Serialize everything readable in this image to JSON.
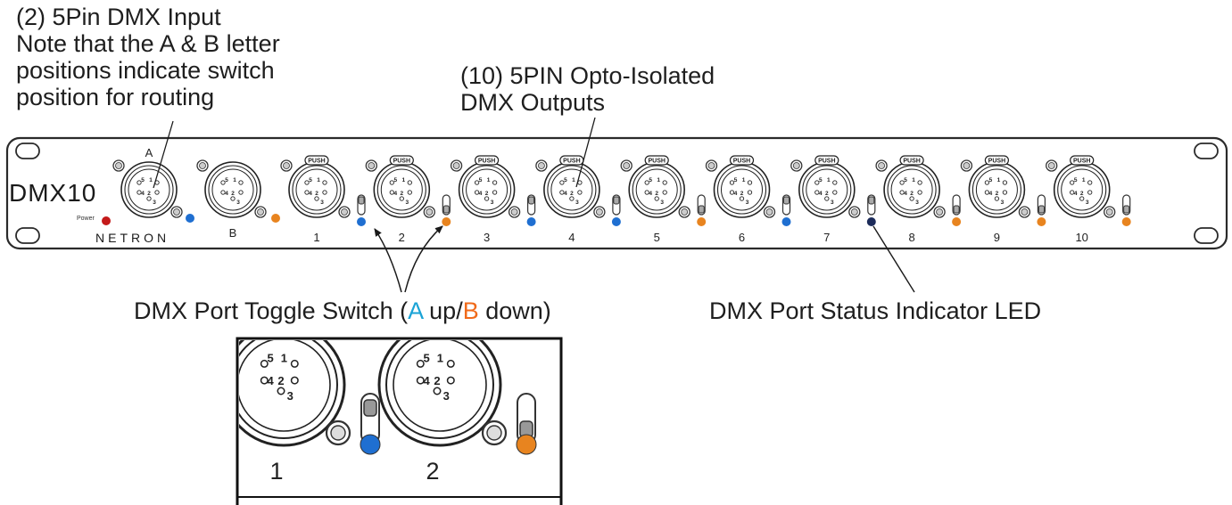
{
  "callouts": {
    "input": [
      "(2) 5Pin DMX Input",
      "Note that the A & B letter",
      "positions indicate switch",
      "position for routing"
    ],
    "outputs": [
      "(10) 5PIN Opto-Isolated",
      "DMX Outputs"
    ],
    "toggle": {
      "prefix": "DMX Port Toggle Switch (",
      "a": "A",
      "up": " up/",
      "b": "B",
      "down": " down)"
    },
    "led": "DMX Port Status Indicator LED"
  },
  "panel": {
    "model": "DMX10",
    "brand": "NETRON",
    "power_label": "Power",
    "input_labels": [
      "A",
      "B"
    ],
    "push_label": "PUSH",
    "pin_labels": [
      "1",
      "2",
      "3",
      "4",
      "5"
    ],
    "ports": [
      {
        "label": "1",
        "led": "blue",
        "switch": "up"
      },
      {
        "label": "2",
        "led": "orange",
        "switch": "down"
      },
      {
        "label": "3",
        "led": "blue",
        "switch": "up"
      },
      {
        "label": "4",
        "led": "blue",
        "switch": "up"
      },
      {
        "label": "5",
        "led": "orange",
        "switch": "down"
      },
      {
        "label": "6",
        "led": "blue",
        "switch": "up"
      },
      {
        "label": "7",
        "led": "navy",
        "switch": "up"
      },
      {
        "label": "8",
        "led": "orange",
        "switch": "down"
      },
      {
        "label": "9",
        "led": "orange",
        "switch": "down"
      },
      {
        "label": "10",
        "led": "orange",
        "switch": "down"
      }
    ]
  },
  "detail": {
    "ports": [
      {
        "label": "1",
        "led": "blue",
        "switch": "up"
      },
      {
        "label": "2",
        "led": "orange",
        "switch": "down"
      }
    ]
  },
  "colors": {
    "blue": "#1f6fd1",
    "orange": "#e8841f",
    "navy": "#1c2b5a",
    "power": "#c41a1a",
    "text_a": "#1aa3d6",
    "text_b": "#f06a1a"
  }
}
